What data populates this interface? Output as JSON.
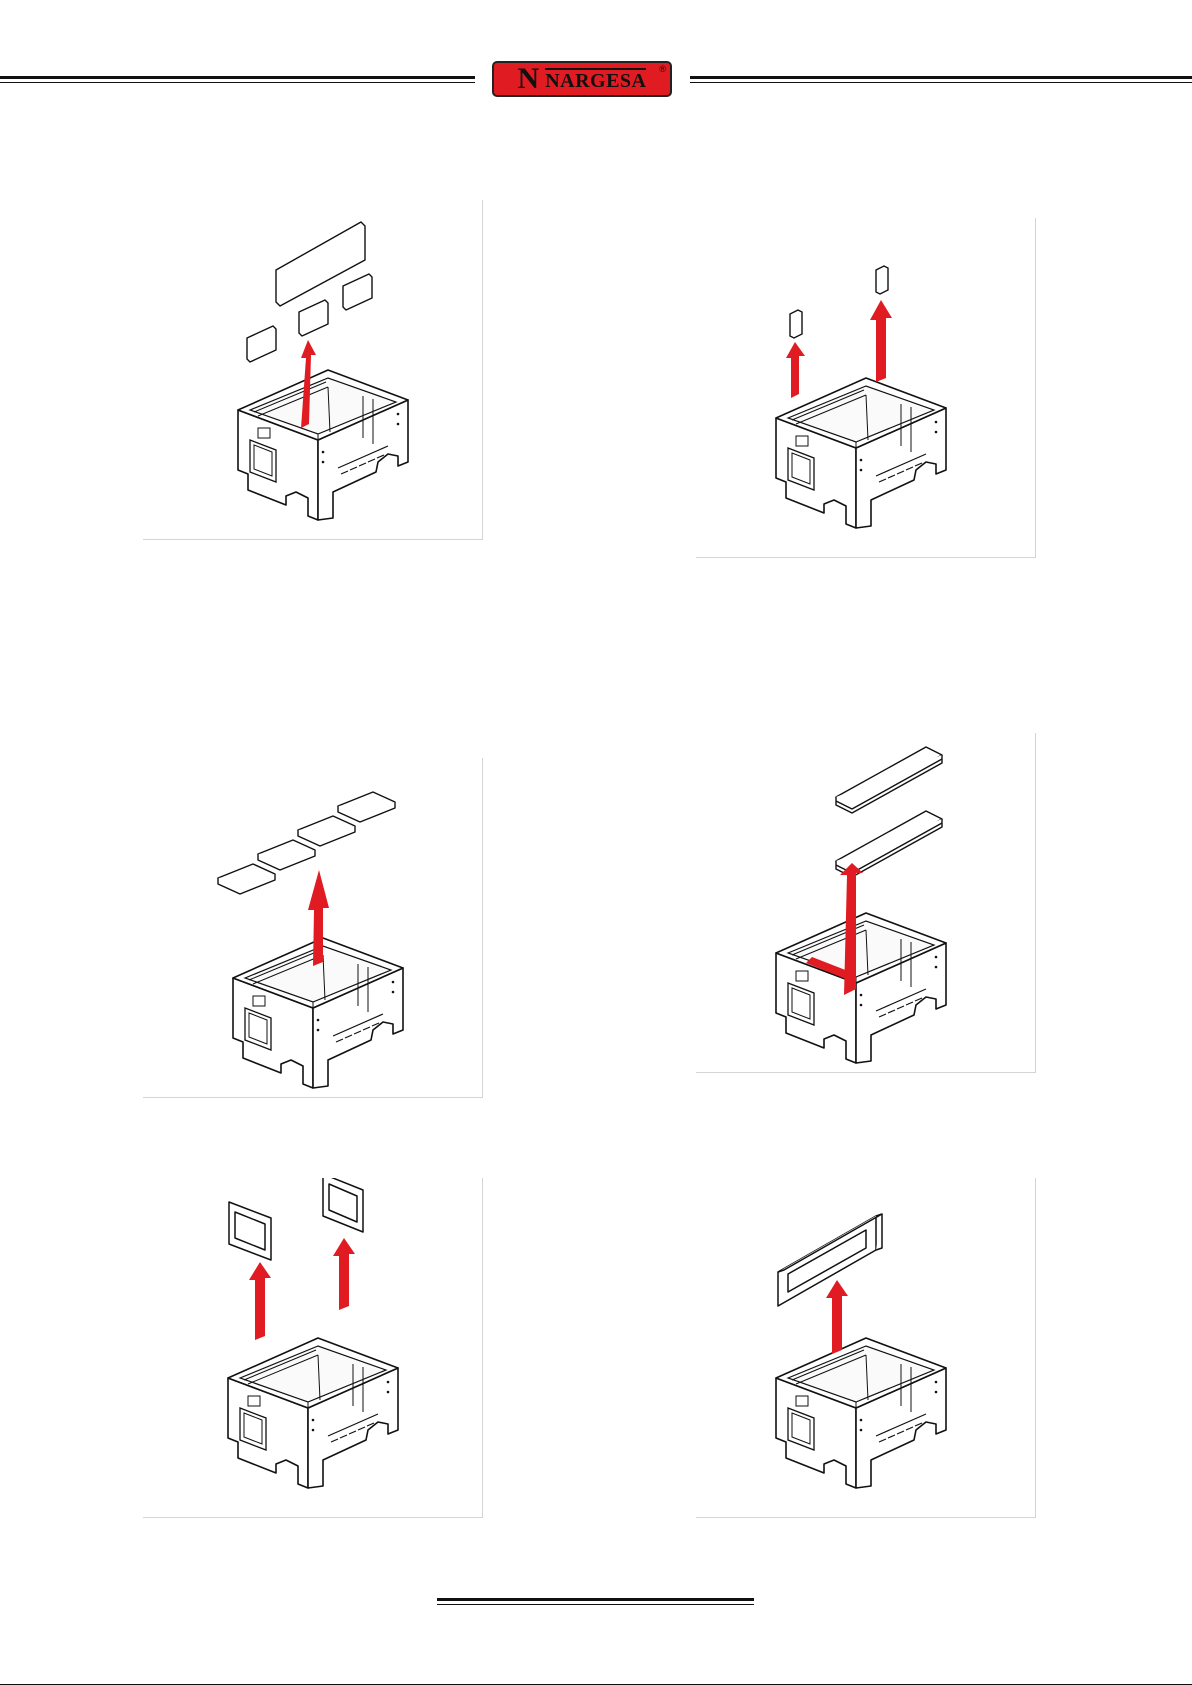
{
  "header": {
    "logo_letter": "N",
    "logo_text": "NARGESA",
    "logo_mark": "®",
    "logo_color": "#e11b22"
  },
  "figures": [
    {
      "id": "step-1",
      "description_icon": "lift-top-plates-icon"
    },
    {
      "id": "step-2",
      "description_icon": "lift-corner-blocks-icon"
    },
    {
      "id": "step-3",
      "description_icon": "lift-four-plates-icon"
    },
    {
      "id": "step-4",
      "description_icon": "lift-long-plates-icon"
    },
    {
      "id": "step-5",
      "description_icon": "lift-side-frames-icon"
    },
    {
      "id": "step-6",
      "description_icon": "lift-front-frame-icon"
    }
  ],
  "accent_color": "#e11b22"
}
